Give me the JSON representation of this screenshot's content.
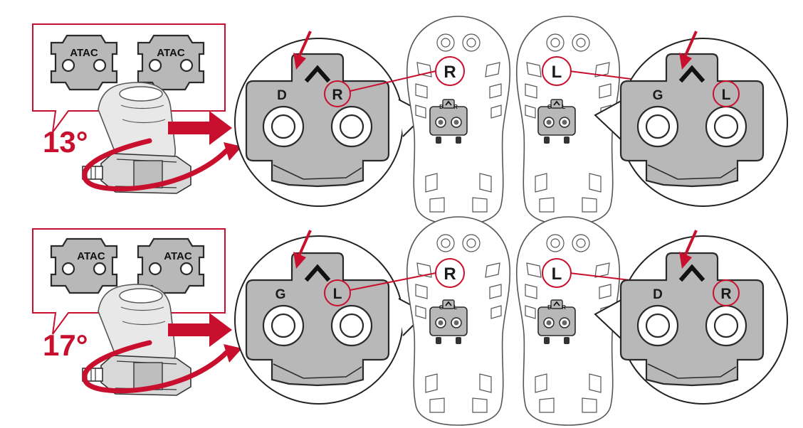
{
  "colors": {
    "accent": "#c8102e",
    "cleat": "#b8b8b8",
    "outline": "#2a2a2a"
  },
  "rows": [
    {
      "angle": "13°",
      "cleat_brand_left": "ATAC",
      "cleat_brand_right": "ATAC",
      "left_zoom": {
        "side_letter": "D",
        "marker_letter": "R"
      },
      "left_shoe": {
        "callout_letter": "R",
        "tiny_left": "D",
        "tiny_right": "R"
      },
      "right_shoe": {
        "callout_letter": "L",
        "tiny_left": "G",
        "tiny_right": "L"
      },
      "right_zoom": {
        "side_letter": "G",
        "marker_letter": "L"
      }
    },
    {
      "angle": "17°",
      "cleat_brand_left": "ATAC",
      "cleat_brand_right": "ATAC",
      "left_zoom": {
        "side_letter": "G",
        "marker_letter": "L"
      },
      "left_shoe": {
        "callout_letter": "R",
        "tiny_left": "G",
        "tiny_right": "L"
      },
      "right_shoe": {
        "callout_letter": "L",
        "tiny_left": "D",
        "tiny_right": "R"
      },
      "right_zoom": {
        "side_letter": "D",
        "marker_letter": "R"
      }
    }
  ]
}
